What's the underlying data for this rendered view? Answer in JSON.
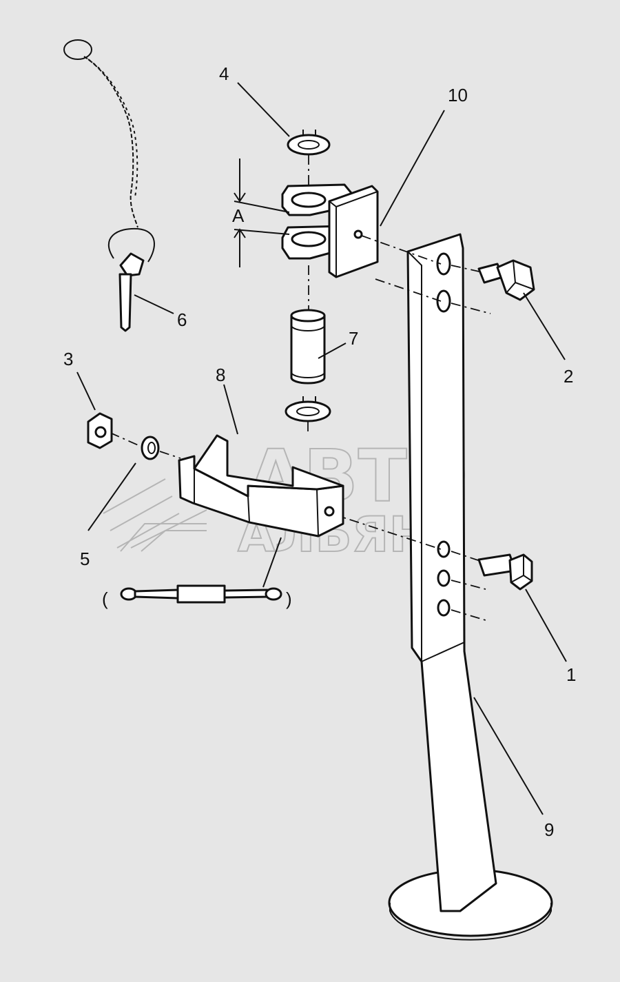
{
  "callouts": [
    "1",
    "2",
    "3",
    "4",
    "5",
    "6",
    "7",
    "8",
    "9",
    "10"
  ],
  "dimension_label": "A",
  "watermark": {
    "line1": "АВТО",
    "line2": "АЛЬЯНС"
  },
  "alternative_brackets": {
    "open": "(",
    "close": ")"
  },
  "colors": {
    "background": "#e6e6e6",
    "line": "#111111",
    "part_fill": "#ffffff",
    "watermark": "#b5b5b5"
  }
}
